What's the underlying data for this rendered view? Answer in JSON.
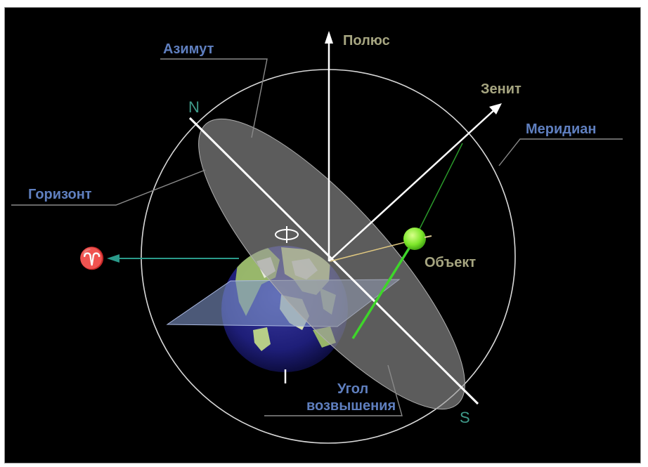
{
  "labels": {
    "azimuth": "Азимут",
    "pole": "Полюс",
    "zenith": "Зенит",
    "meridian": "Меридиан",
    "horizon": "Горизонт",
    "object": "Объект",
    "elevation_line1": "Угол",
    "elevation_line2": "возвышения",
    "north": "N",
    "south": "S",
    "aries_symbol": "♈"
  },
  "colors": {
    "background": "#000000",
    "sphere_outline": "#d8d8d8",
    "axis_white": "#ffffff",
    "horizon_disk": "#8a8a8a",
    "equator_plane": "#7f95c8",
    "object": "#7de62a",
    "elevation_line": "#3ed62a",
    "label_blue": "#5f7fbf",
    "label_olive": "#a7a681"
  },
  "icons": [
    "arrow-up-icon",
    "arrow-left-icon",
    "arrow-upright-icon",
    "aries-symbol-icon"
  ]
}
